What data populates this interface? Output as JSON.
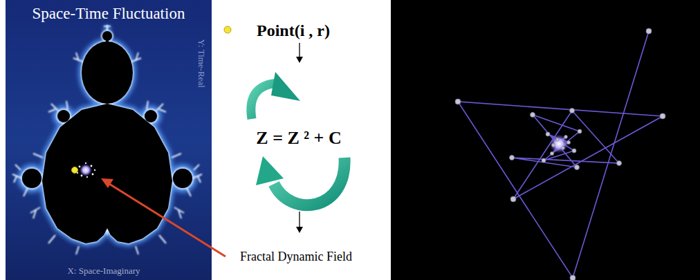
{
  "diagram": {
    "title": "Space-Time Fluctuation",
    "labels": [
      "Y: Time-Real",
      "X: Space-Imaginary",
      "Point(i , r)",
      "Z = Z ² + C",
      "Fractal Dynamic Field"
    ]
  }
}
